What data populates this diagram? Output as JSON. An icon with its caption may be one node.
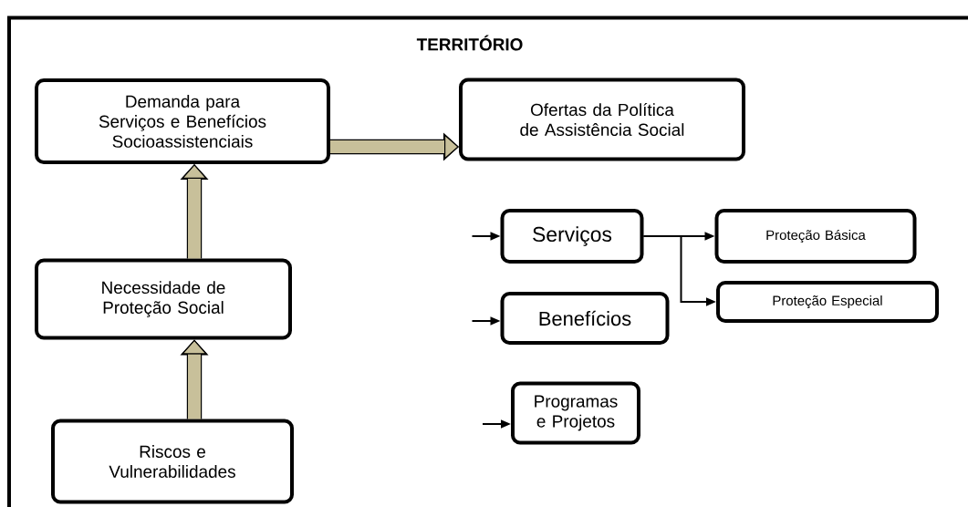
{
  "diagram": {
    "nodes": [
      {
        "text": [
          "TERRITÓRIO"
        ]
      },
      {
        "text": [
          "Demanda para Serviços e Benefícios Socioassistenciais"
        ],
        "in": 0
      },
      {
        "text": [
          "Necessidade de Proteção Social"
        ],
        "in": 0
      },
      {
        "text": [
          "Riscos e Vulnerabilidades"
        ],
        "in": 0
      },
      {
        "text": [
          "Ofertas da Política de Assistência Social"
        ],
        "in": 0
      },
      {
        "text": [
          "Serviços"
        ],
        "in": 0
      },
      {
        "text": [
          "Benefícios"
        ],
        "in": 0
      },
      {
        "text": [
          "Programas e Projetos"
        ],
        "in": 0
      },
      {
        "text": [
          "Proteção Básica"
        ],
        "in": 0
      },
      {
        "text": [
          "Proteção Especial"
        ],
        "in": 0
      }
    ],
    "edges": [
      {
        "from": 3,
        "to": 2,
        "arrow": "to",
        "style": "thick",
        "color": "#c8c09a"
      },
      {
        "from": 2,
        "to": 1,
        "arrow": "to",
        "style": "thick",
        "color": "#c8c09a"
      },
      {
        "from": 1,
        "to": 4,
        "arrow": "to",
        "style": "thick",
        "color": "#c8c09a"
      },
      {
        "from": 5,
        "to": 8,
        "arrow": "to"
      },
      {
        "from": 5,
        "to": 9,
        "arrow": "to"
      },
      {
        "from": null,
        "to": 5,
        "arrow": "to"
      },
      {
        "from": null,
        "to": 6,
        "arrow": "to"
      },
      {
        "from": null,
        "to": 7,
        "arrow": "to"
      }
    ]
  }
}
